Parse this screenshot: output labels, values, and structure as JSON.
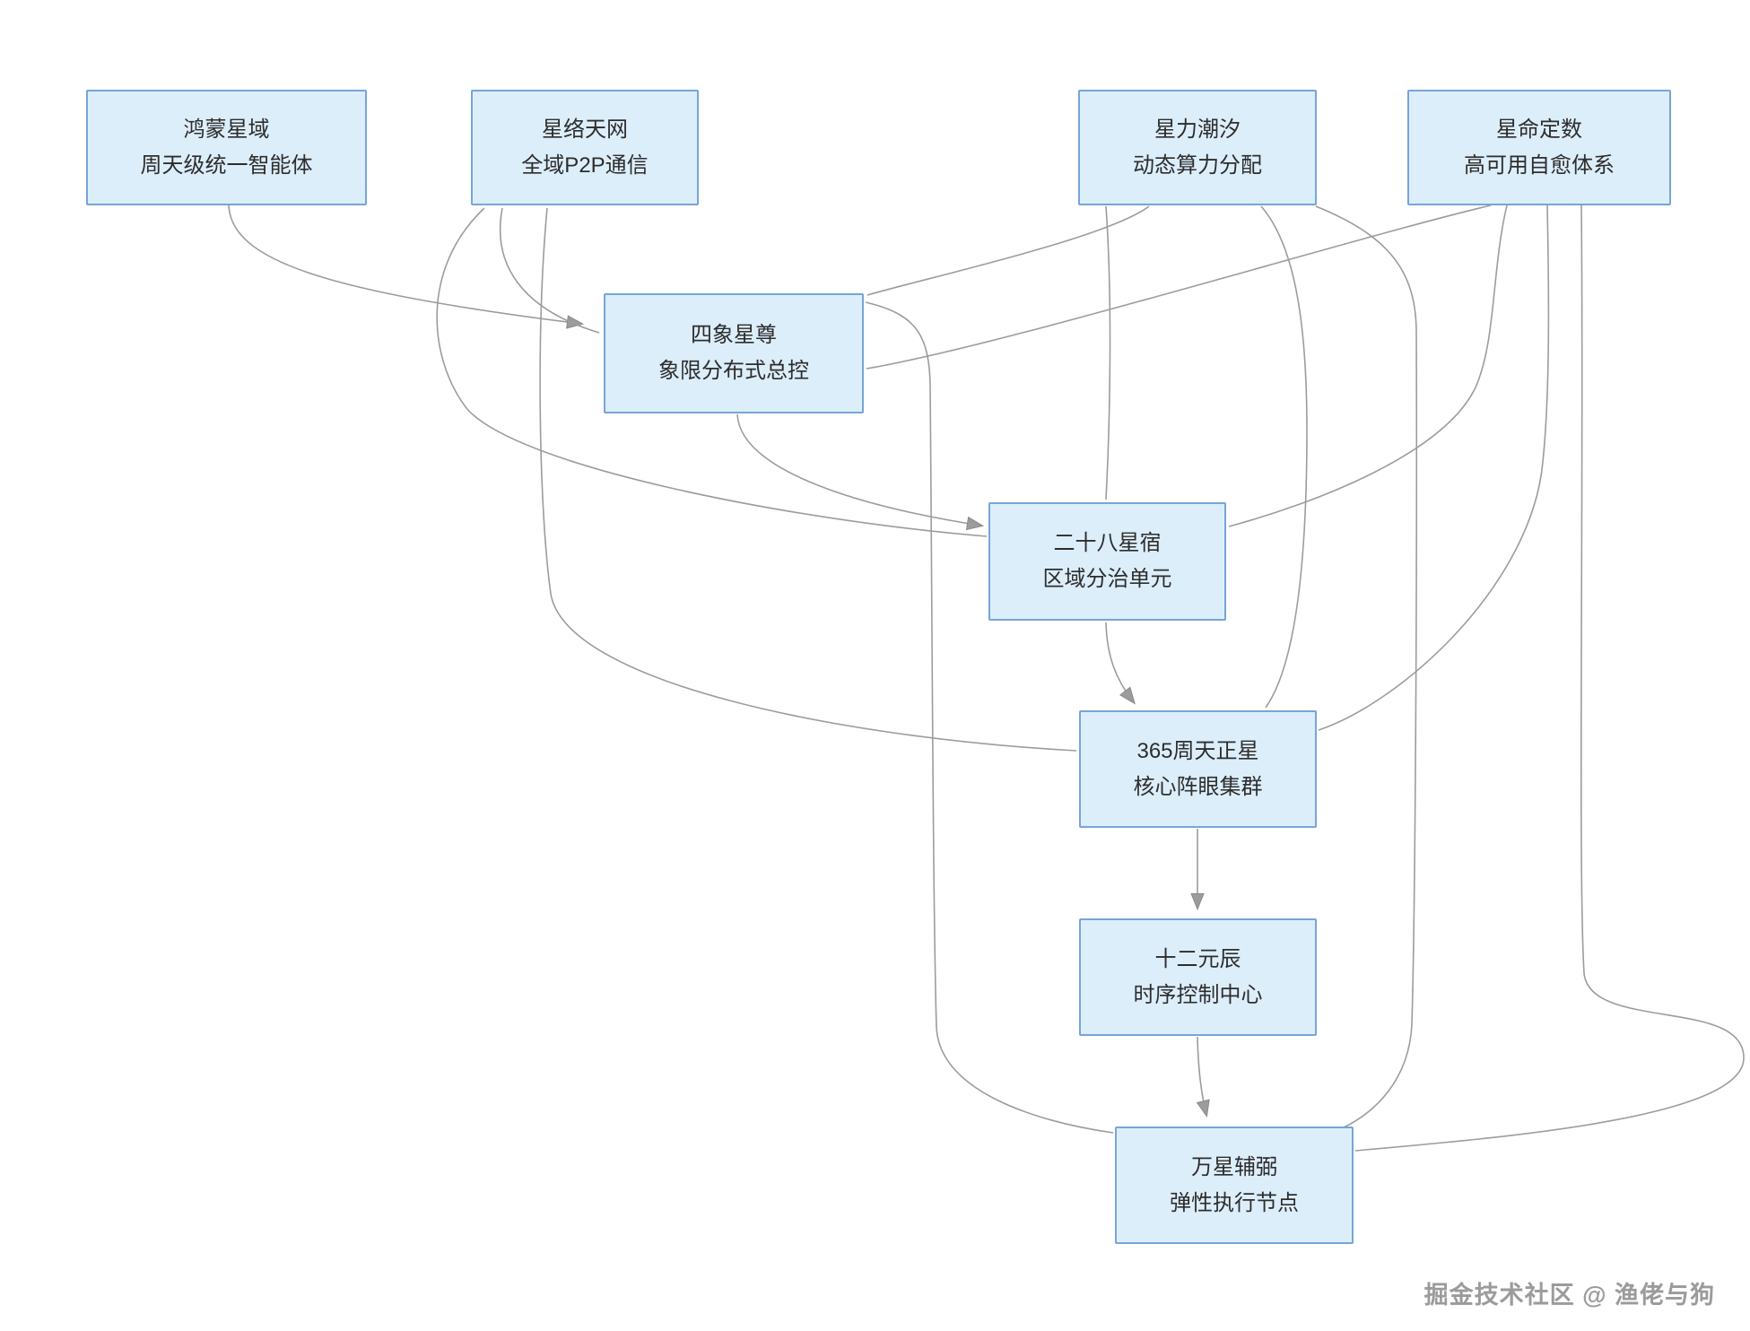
{
  "diagram": {
    "nodes": [
      {
        "id": "A",
        "line1": "鸿蒙星域",
        "line2": "周天级统一智能体"
      },
      {
        "id": "B",
        "line1": "星络天网",
        "line2": "全域P2P通信"
      },
      {
        "id": "C",
        "line1": "星力潮汐",
        "line2": "动态算力分配"
      },
      {
        "id": "D",
        "line1": "星命定数",
        "line2": "高可用自愈体系"
      },
      {
        "id": "E",
        "line1": "四象星尊",
        "line2": "象限分布式总控"
      },
      {
        "id": "F",
        "line1": "二十八星宿",
        "line2": "区域分治单元"
      },
      {
        "id": "G",
        "line1": "365周天正星",
        "line2": "核心阵眼集群"
      },
      {
        "id": "H",
        "line1": "十二元辰",
        "line2": "时序控制中心"
      },
      {
        "id": "I",
        "line1": "万星辅弼",
        "line2": "弹性执行节点"
      }
    ],
    "edges": [
      {
        "from": "A",
        "to": "E"
      },
      {
        "from": "B",
        "to": "E"
      },
      {
        "from": "C",
        "to": "E"
      },
      {
        "from": "D",
        "to": "E"
      },
      {
        "from": "E",
        "to": "F"
      },
      {
        "from": "B",
        "to": "F"
      },
      {
        "from": "C",
        "to": "F"
      },
      {
        "from": "D",
        "to": "F"
      },
      {
        "from": "F",
        "to": "G"
      },
      {
        "from": "B",
        "to": "G"
      },
      {
        "from": "C",
        "to": "G"
      },
      {
        "from": "D",
        "to": "G"
      },
      {
        "from": "G",
        "to": "H"
      },
      {
        "from": "H",
        "to": "I"
      },
      {
        "from": "E",
        "to": "I"
      },
      {
        "from": "C",
        "to": "I"
      },
      {
        "from": "D",
        "to": "I"
      }
    ],
    "colors": {
      "node_fill": "#ddeefb",
      "node_border": "#76a5d8",
      "edge": "#9c9c9c",
      "text": "#2d2d2d"
    }
  },
  "watermark": {
    "text": "掘金技术社区 @ 渔佬与狗"
  }
}
